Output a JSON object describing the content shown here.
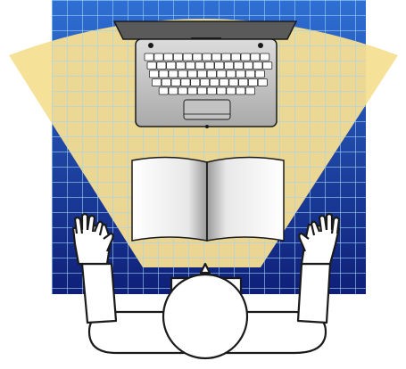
{
  "scene": {
    "description_visible_text": "",
    "colors": {
      "grid_top": "#2f6fd3",
      "grid_bottom": "#0f1f78",
      "grid_lines": "#9fd0f5",
      "reach_zone": "#f6df92",
      "laptop_body": "#c9c9c9",
      "laptop_dark": "#4a4a4a",
      "outline": "#1a1a1a",
      "book_page": "#f2f2f2",
      "person": "#ffffff"
    },
    "objects": {
      "laptop": "laptop",
      "book": "open-book",
      "person": "seated-person",
      "zone": "reach-zone",
      "desk": "grid-desk"
    }
  }
}
